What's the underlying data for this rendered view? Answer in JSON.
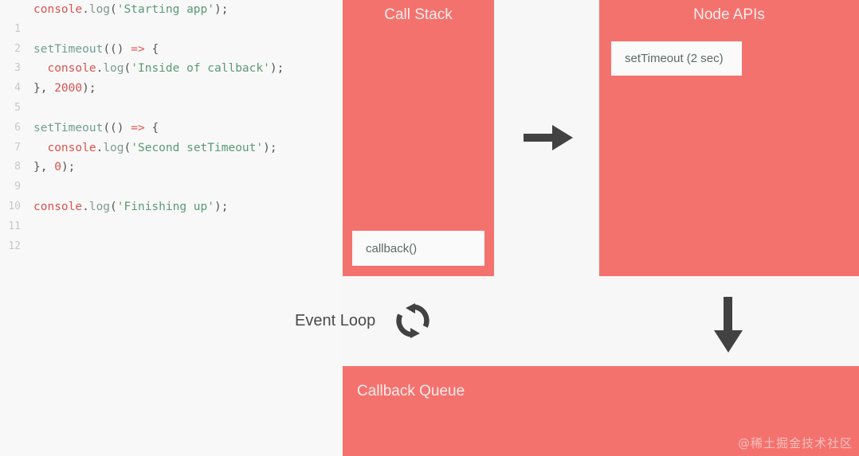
{
  "editor": {
    "name": "javascript-code-editor",
    "background": "#f8f8f8",
    "gutter_color": "#c8c8c8",
    "lines": [
      {
        "num": "1",
        "text": "console.log('Starting app');"
      },
      {
        "num": "2",
        "text": ""
      },
      {
        "num": "3",
        "text": "setTimeout(() => {"
      },
      {
        "num": "4",
        "text": "  console.log('Inside of callback');"
      },
      {
        "num": "5",
        "text": "}, 2000);"
      },
      {
        "num": "6",
        "text": ""
      },
      {
        "num": "7",
        "text": "setTimeout(() => {"
      },
      {
        "num": "8",
        "text": "  console.log('Second setTimeout');"
      },
      {
        "num": "9",
        "text": "}, 0);"
      },
      {
        "num": "10",
        "text": ""
      },
      {
        "num": "11",
        "text": "console.log('Finishing up');"
      },
      {
        "num": "12",
        "text": ""
      }
    ]
  },
  "diagram": {
    "accent_color": "#f4726e",
    "call_stack": {
      "title": "Call Stack",
      "frames": [
        {
          "label": "callback()"
        }
      ]
    },
    "node_apis": {
      "title": "Node APIs",
      "items": [
        {
          "label": "setTimeout (2 sec)"
        }
      ]
    },
    "callback_queue": {
      "title": "Callback Queue",
      "items": []
    },
    "event_loop": {
      "label": "Event Loop",
      "icon": "loop-refresh-icon"
    },
    "arrows": [
      {
        "name": "arrow-call-stack-to-node-apis",
        "direction": "right"
      },
      {
        "name": "arrow-node-apis-to-callback-queue",
        "direction": "down"
      }
    ]
  },
  "watermark": {
    "text": "@稀土掘金技术社区"
  }
}
